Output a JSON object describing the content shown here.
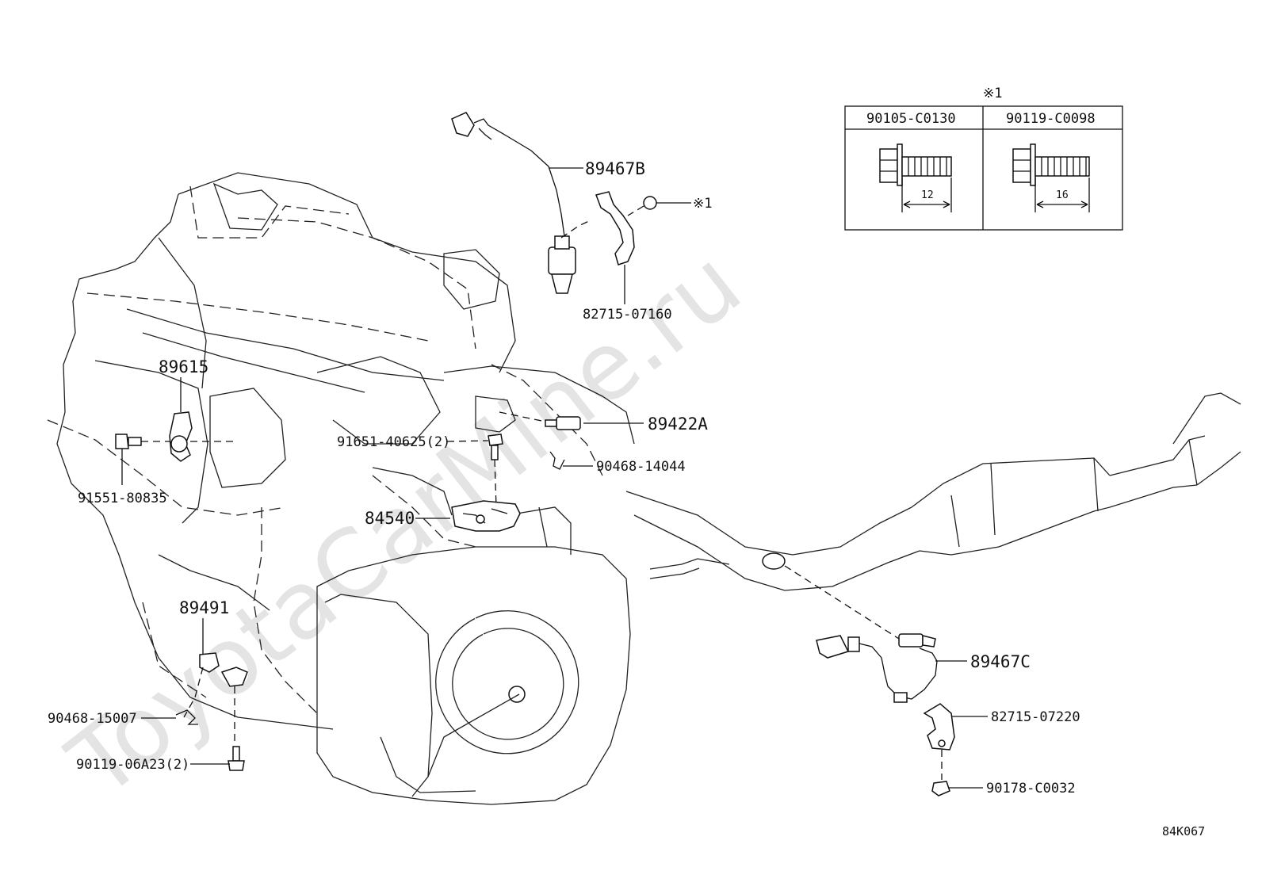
{
  "watermark": "ToyotaCarMine.ru",
  "diagram_code": "84K067",
  "table": {
    "note_mark": "※1",
    "columns": [
      {
        "part_number": "90105-C0130",
        "length": "12"
      },
      {
        "part_number": "90119-C0098",
        "length": "16"
      }
    ]
  },
  "callouts": {
    "p89467B": "89467B",
    "ref1": "※1",
    "p82715_07160": "82715-07160",
    "p89615": "89615",
    "p91651": "91651-40625(2)",
    "p89422A": "89422A",
    "p90468_14044": "90468-14044",
    "p91551": "91551-80835",
    "p84540": "84540",
    "p89491": "89491",
    "p89467C": "89467C",
    "p82715_07220": "82715-07220",
    "p90468_15007": "90468-15007",
    "p90119_06A23": "90119-06A23(2)",
    "p90178": "90178-C0032"
  }
}
